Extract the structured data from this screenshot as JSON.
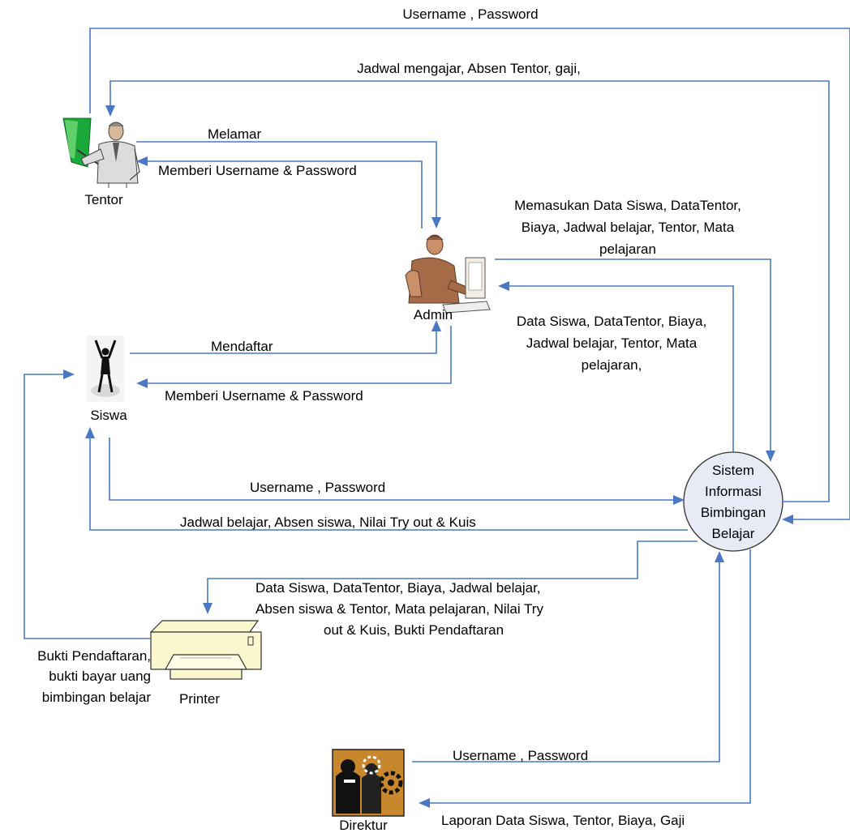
{
  "colors": {
    "flow_line": "#4a78c2",
    "process_fill": "#e8ebf6",
    "text": "#000000"
  },
  "entities": {
    "tentor": {
      "label": "Tentor",
      "icon": "teacher-pointing-at-board-icon"
    },
    "admin": {
      "label": "Admin",
      "icon": "person-at-computer-icon"
    },
    "siswa": {
      "label": "Siswa",
      "icon": "student-arms-raised-icon"
    },
    "printer": {
      "label": "Printer",
      "icon": "printer-icon"
    },
    "direktur": {
      "label": "Direktur",
      "icon": "director-gears-icon"
    }
  },
  "process": {
    "lines": [
      "Sistem",
      "Informasi",
      "Bimbingan",
      "Belajar"
    ]
  },
  "flows": {
    "tentor_login": "Username , Password",
    "tentor_output": "Jadwal mengajar, Absen Tentor, gaji,",
    "tentor_melamar": "Melamar",
    "tentor_credentials": "Memberi Username & Password",
    "admin_input": [
      "Memasukan Data Siswa, DataTentor,",
      "Biaya, Jadwal belajar,  Tentor, Mata",
      "pelajaran"
    ],
    "admin_output": [
      "Data Siswa, DataTentor, Biaya,",
      "Jadwal belajar, Tentor, Mata",
      "pelajaran,"
    ],
    "siswa_mendaftar": "Mendaftar",
    "siswa_credentials": "Memberi Username & Password",
    "siswa_login": "Username , Password",
    "siswa_output": "Jadwal belajar, Absen siswa, Nilai Try out & Kuis",
    "printer_input": [
      "Data Siswa, DataTentor, Biaya, Jadwal belajar,",
      "Absen siswa & Tentor, Mata pelajaran, Nilai Try",
      "out & Kuis, Bukti Pendaftaran"
    ],
    "printer_output": [
      "Bukti Pendaftaran,",
      "bukti bayar uang",
      "bimbingan belajar"
    ],
    "direktur_login": "Username , Password",
    "direktur_output": "Laporan Data Siswa, Tentor, Biaya, Gaji"
  }
}
